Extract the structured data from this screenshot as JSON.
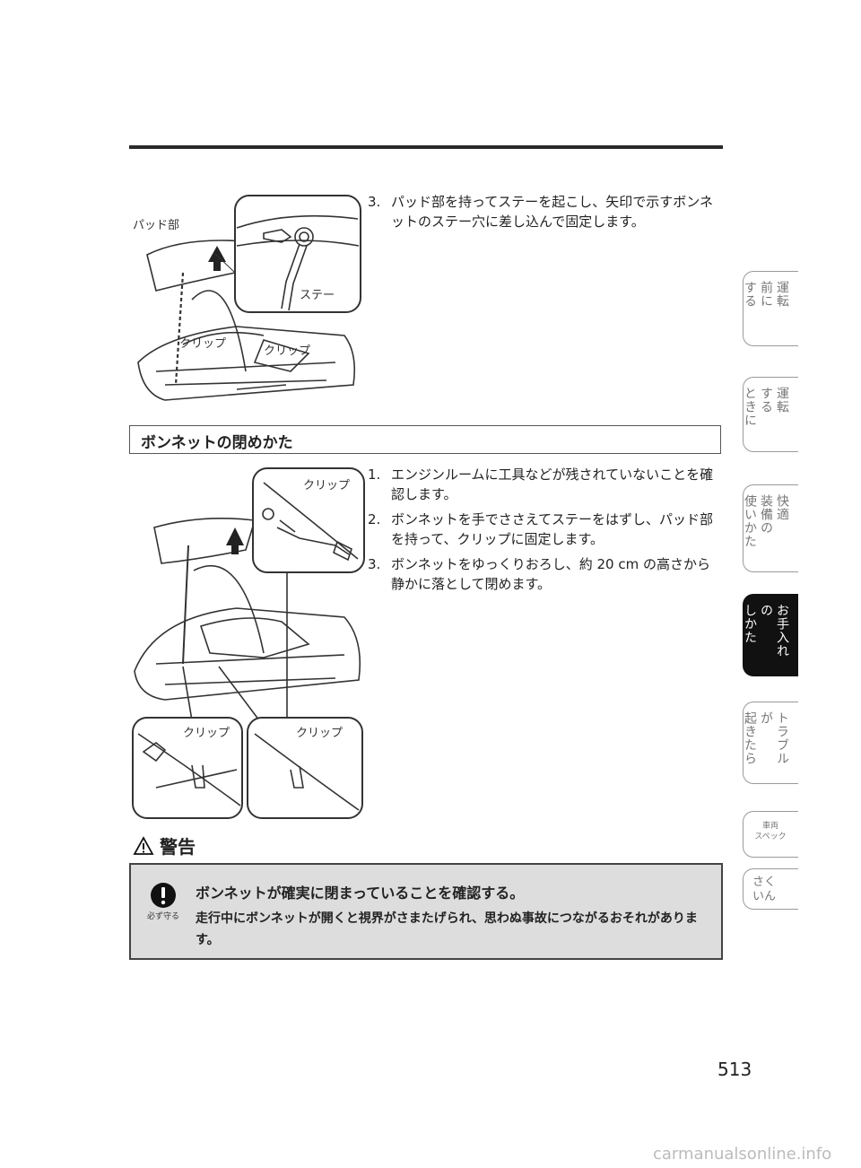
{
  "page_number": "513",
  "footer": "carmanualsonline.info",
  "top_steps": [
    {
      "num": "3.",
      "text": "パッド部を持ってステーを起こし、矢印で示すボンネットのステー穴に差し込んで固定します。"
    }
  ],
  "figure1": {
    "pad": "パッド部",
    "stay": "ステー",
    "clip1": "クリップ",
    "clip2": "クリップ"
  },
  "section_title": "ボンネットの閉めかた",
  "close_steps": [
    {
      "num": "1.",
      "text": "エンジンルームに工具などが残されていないことを確認します。"
    },
    {
      "num": "2.",
      "text": "ボンネットを手でささえてステーをはずし、パッド部を持って、クリップに固定します。"
    },
    {
      "num": "3.",
      "text": "ボンネットをゆっくりおろし、約 20 cm の高さから静かに落として閉めます。"
    }
  ],
  "figure2": {
    "clip_top": "クリップ",
    "clip_bl": "クリップ",
    "clip_br": "クリップ"
  },
  "warning": {
    "heading": "警告",
    "icon_label": "必ず守る",
    "title": "ボンネットが確実に閉まっていることを確認する。",
    "body": "走行中にボンネットが開くと視界がさまたげられ、思わぬ事故につながるおそれがあります。"
  },
  "tabs": [
    {
      "lines": [
        "運転",
        "前に",
        "する"
      ]
    },
    {
      "lines": [
        "運転",
        "する",
        "ときに"
      ]
    },
    {
      "lines": [
        "快適",
        "装備の",
        "使いかた"
      ]
    },
    {
      "lines": [
        "お手入れ",
        "の",
        "しかた"
      ],
      "active": true
    },
    {
      "lines": [
        "トラブル",
        "が",
        "起きたら"
      ]
    },
    {
      "lines": [
        "車両",
        "スペック"
      ],
      "small": true
    },
    {
      "lines": [
        "さく",
        "いん"
      ]
    }
  ]
}
